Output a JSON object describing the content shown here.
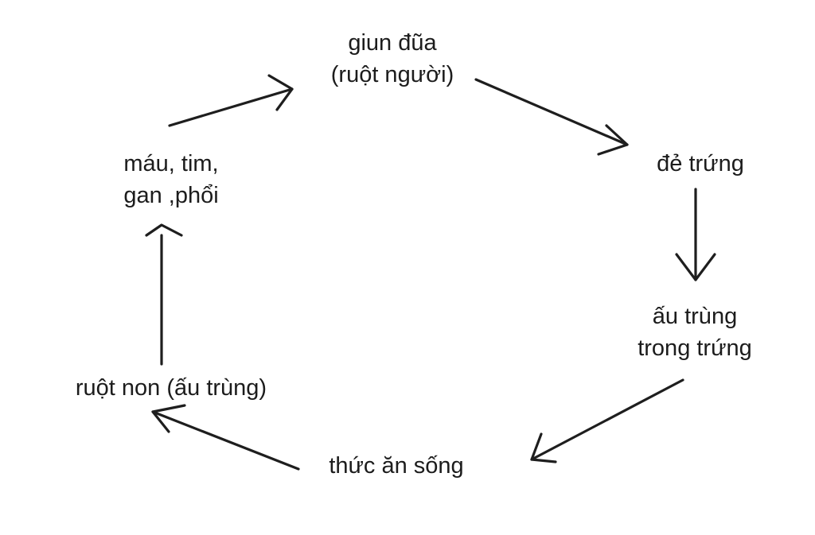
{
  "diagram": {
    "nodes": {
      "giun_dua": {
        "line1": "giun đũa",
        "line2": "(ruột người)"
      },
      "de_trung": {
        "line1": "đẻ trứng"
      },
      "au_trung_trong_trung": {
        "line1": "ấu trùng",
        "line2": "trong trứng"
      },
      "thuc_an_song": {
        "line1": "thức ăn sống"
      },
      "ruot_non": {
        "line1": "ruột non (ấu trùng)"
      },
      "mau_tim_gan_phoi": {
        "line1": "máu, tim,",
        "line2": "gan ,phổi"
      }
    },
    "edges": [
      {
        "from": "giun_dua",
        "to": "de_trung"
      },
      {
        "from": "de_trung",
        "to": "au_trung_trong_trung"
      },
      {
        "from": "au_trung_trong_trung",
        "to": "thuc_an_song"
      },
      {
        "from": "thuc_an_song",
        "to": "ruot_non"
      },
      {
        "from": "ruot_non",
        "to": "mau_tim_gan_phoi"
      },
      {
        "from": "mau_tim_gan_phoi",
        "to": "giun_dua"
      }
    ]
  }
}
